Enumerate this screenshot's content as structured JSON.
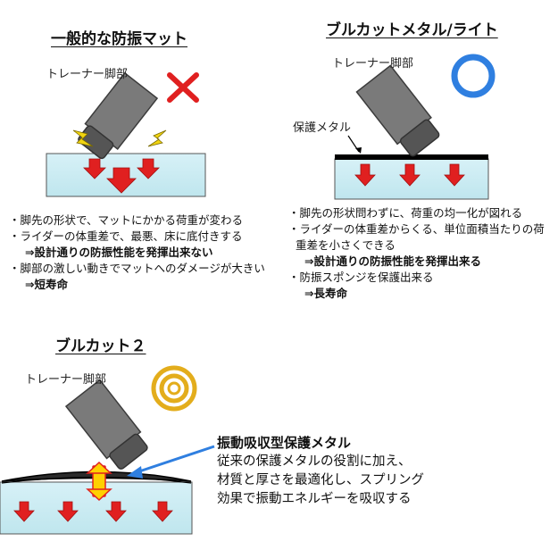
{
  "panels": [
    {
      "title": "一般的な防振マット",
      "foot_label": "トレーナー脚部",
      "status_icon": "red-cross",
      "notes": [
        "・脚先の形状で、マットにかかる荷重が変わる",
        "・ライダーの体重差で、最悪、床に底付きする",
        "⇒設計通りの防振性能を発揮出来ない",
        "・脚部の激しい動きでマットへのダメージが大きい",
        "⇒短寿命"
      ]
    },
    {
      "title": "ブルカットメタル/ライト",
      "foot_label": "トレーナー脚部",
      "metal_label": "保護メタル",
      "status_icon": "blue-circle",
      "notes": [
        "・脚先の形状問わずに、荷重の均一化が図れる",
        "・ライダーの体重差からくる、単位面積当たりの荷",
        "重差を小さくできる",
        "⇒設計通りの防振性能を発揮出来る",
        "・防振スポンジを保護出来る",
        "⇒長寿命"
      ]
    },
    {
      "title": "ブルカット２",
      "foot_label": "トレーナー脚部",
      "status_icon": "gold-double-circle",
      "heading": "振動吸収型保護メタル",
      "lines": [
        "従来の保護メタルの役割に加え、",
        "材質と厚さを最適化し、スプリング",
        "効果で振動エネルギーを吸収する"
      ]
    }
  ],
  "colors": {
    "arrow_red": "#e02020",
    "floor_blue": "#cdeef4",
    "ok_blue": "#2f7fe0",
    "gold": "#e3ad1c",
    "bolt_yellow": "#f1d410"
  }
}
